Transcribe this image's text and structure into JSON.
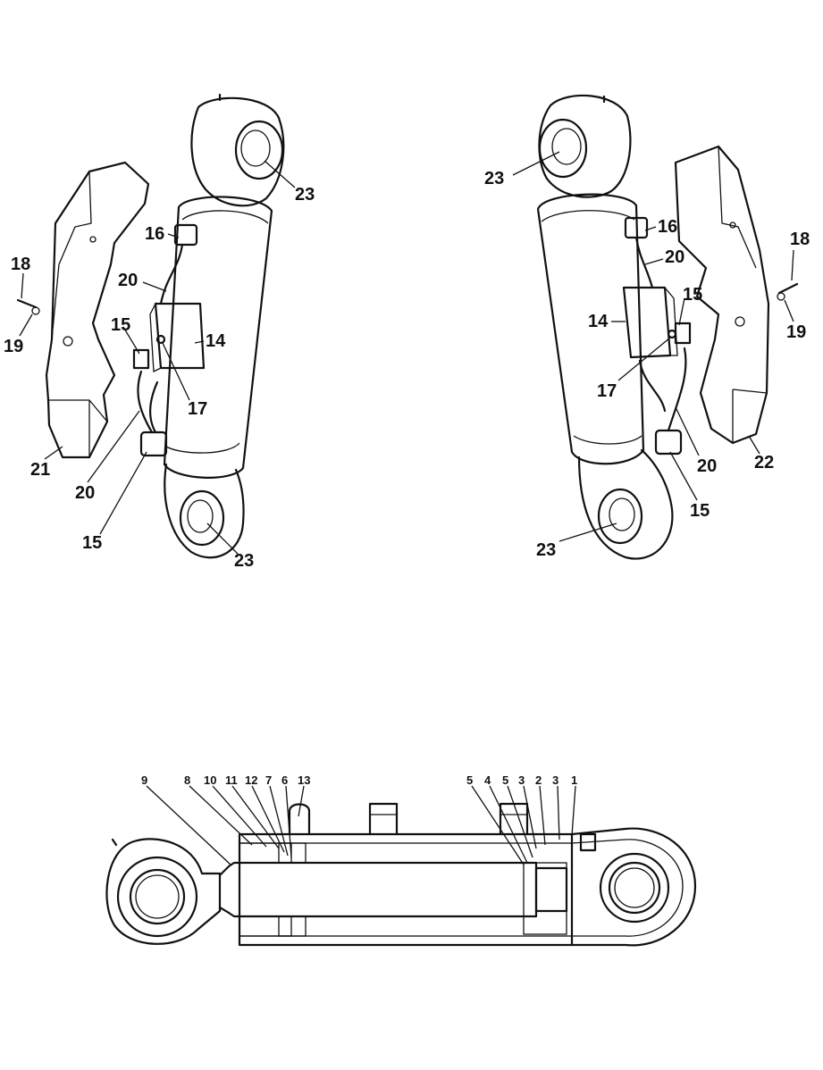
{
  "views": {
    "left_exploded": {
      "labels": [
        "23",
        "16",
        "20",
        "15",
        "14",
        "17",
        "18",
        "19",
        "21",
        "20",
        "15",
        "23"
      ]
    },
    "right_exploded": {
      "labels": [
        "23",
        "16",
        "20",
        "15",
        "14",
        "17",
        "18",
        "19",
        "22",
        "20",
        "15",
        "23"
      ]
    },
    "section": {
      "labels": [
        "9",
        "8",
        "10",
        "11",
        "12",
        "7",
        "6",
        "13",
        "5",
        "4",
        "5",
        "3",
        "2",
        "3",
        "1"
      ]
    }
  },
  "colors": {
    "line": "#111111",
    "background": "#ffffff"
  }
}
